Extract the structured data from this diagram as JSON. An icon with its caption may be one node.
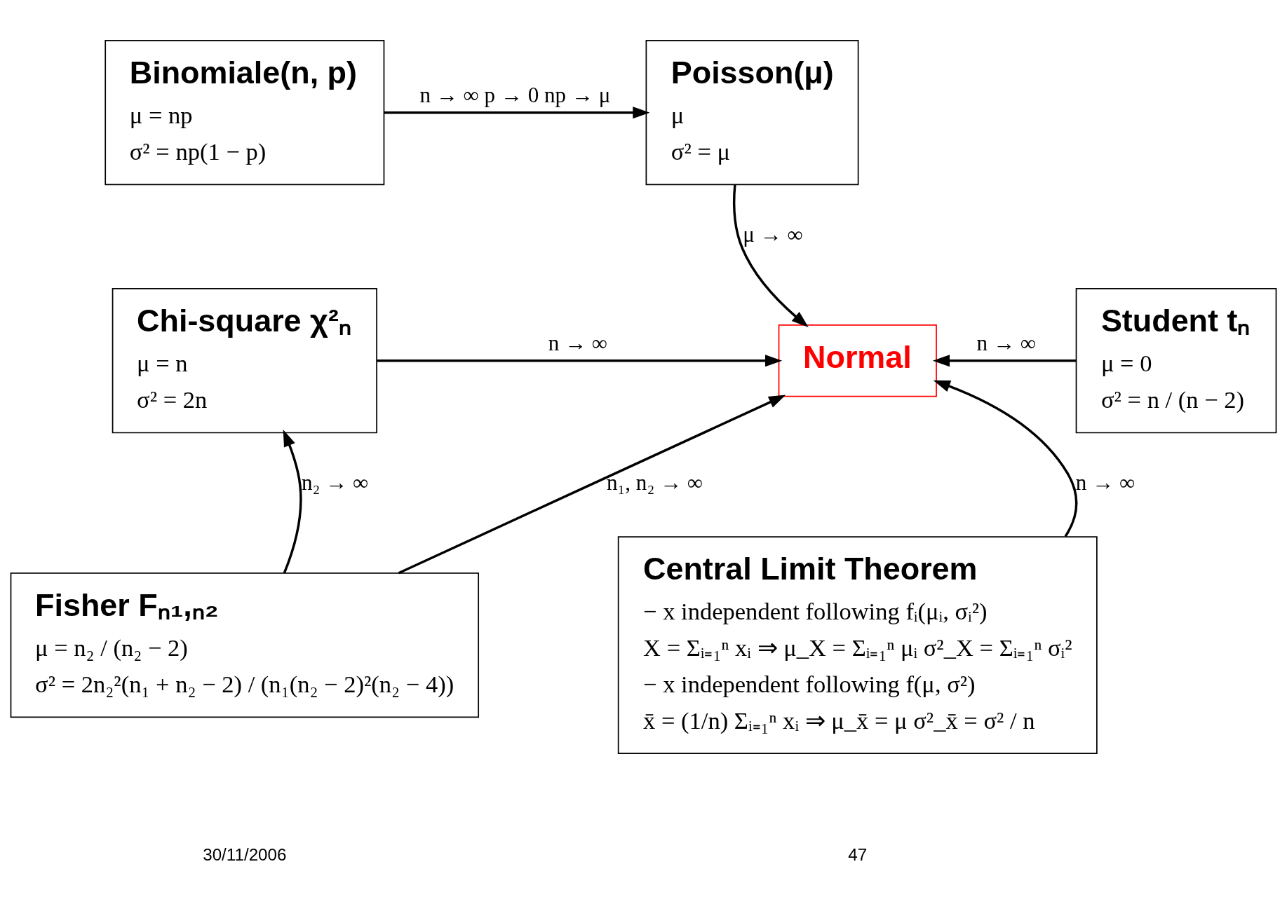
{
  "diagram": {
    "nodes": [
      {
        "text": [
          "Binomiale(n, p)",
          "μ = np",
          "σ² = np(1 − p)"
        ]
      },
      {
        "text": [
          "Poisson(μ)",
          "μ",
          "σ² = μ"
        ]
      },
      {
        "text": [
          "Student tₙ",
          "μ = 0",
          "σ² = n / (n − 2)"
        ]
      },
      {
        "text": [
          "Chi-square χ²ₙ",
          "μ = n",
          "σ² = 2n"
        ]
      },
      {
        "text": [
          "Normal"
        ]
      },
      {
        "text": [
          "Fisher Fₙ₁,ₙ₂",
          "μ = n₂ / (n₂ − 2)",
          "σ² = 2n₂²(n₁ + n₂ − 2) / (n₁(n₂ − 2)²(n₂ − 4))"
        ]
      },
      {
        "text": [
          "Central Limit Theorem",
          "− x independent following fᵢ(μᵢ, σᵢ²)",
          "X = Σᵢ₌₁ⁿ xᵢ ⇒ μ_X = Σᵢ₌₁ⁿ μᵢ σ²_X = Σᵢ₌₁ⁿ σᵢ²",
          "− x independent following f(μ, σ²)",
          "x̄ = (1/n) Σᵢ₌₁ⁿ xᵢ ⇒ μ_x̄ = μ σ²_x̄ = σ² / n"
        ]
      }
    ],
    "edges": [
      {
        "from": 0,
        "to": 1,
        "arrow": "to",
        "label": "n → ∞ p → 0 np → μ"
      },
      {
        "from": 1,
        "to": 4,
        "arrow": "to",
        "label": "μ → ∞"
      },
      {
        "from": 3,
        "to": 4,
        "arrow": "to",
        "label": "n → ∞"
      },
      {
        "from": 2,
        "to": 4,
        "arrow": "to",
        "label": "n → ∞"
      },
      {
        "from": 5,
        "to": 3,
        "arrow": "to",
        "label": "n₂ → ∞"
      },
      {
        "from": 5,
        "to": 4,
        "arrow": "to",
        "label": "n₁, n₂ → ∞"
      },
      {
        "from": 6,
        "to": 4,
        "arrow": "to",
        "label": "n → ∞"
      }
    ],
    "labels": [
      "30/11/2006",
      "47"
    ]
  }
}
